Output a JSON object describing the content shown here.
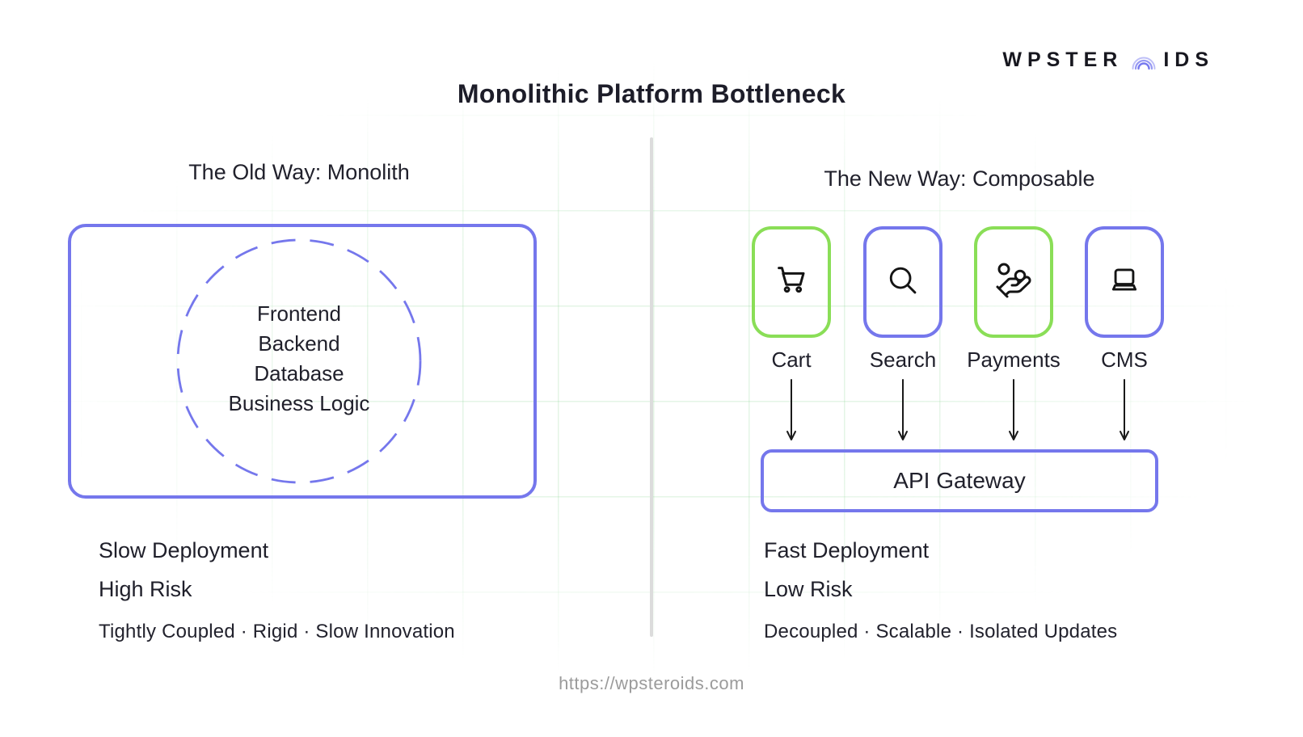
{
  "brand": {
    "word_start": "WPSTER",
    "word_end": "IDS",
    "icon": "arc-o-icon"
  },
  "title": "Monolithic Platform Bottleneck",
  "old_way": {
    "heading": "The Old Way: Monolith",
    "monolith_layers": [
      "Frontend",
      "Backend",
      "Database",
      "Business Logic"
    ],
    "stat_1": "Slow Deployment",
    "stat_2": "High Risk",
    "traits": "Tightly Coupled · Rigid · Slow Innovation"
  },
  "new_way": {
    "heading": "The New Way: Composable",
    "components": [
      {
        "label": "Cart",
        "icon": "cart-icon",
        "border_color": "#8ade57"
      },
      {
        "label": "Search",
        "icon": "search-icon",
        "border_color": "#7577ec"
      },
      {
        "label": "Payments",
        "icon": "hand-coins-icon",
        "border_color": "#8ade57"
      },
      {
        "label": "CMS",
        "icon": "laptop-icon",
        "border_color": "#7577ec"
      }
    ],
    "gateway_label": "API Gateway",
    "stat_1": "Fast Deployment",
    "stat_2": "Low Risk",
    "traits": "Decoupled · Scalable · Isolated Updates"
  },
  "footer": {
    "url": "https://wpsteroids.com"
  },
  "colors": {
    "accent_purple": "#7577ec",
    "accent_green": "#8ade57",
    "text_dark": "#23232e",
    "divider_gray": "#dcdcdc",
    "url_gray": "#9b9b9b"
  }
}
